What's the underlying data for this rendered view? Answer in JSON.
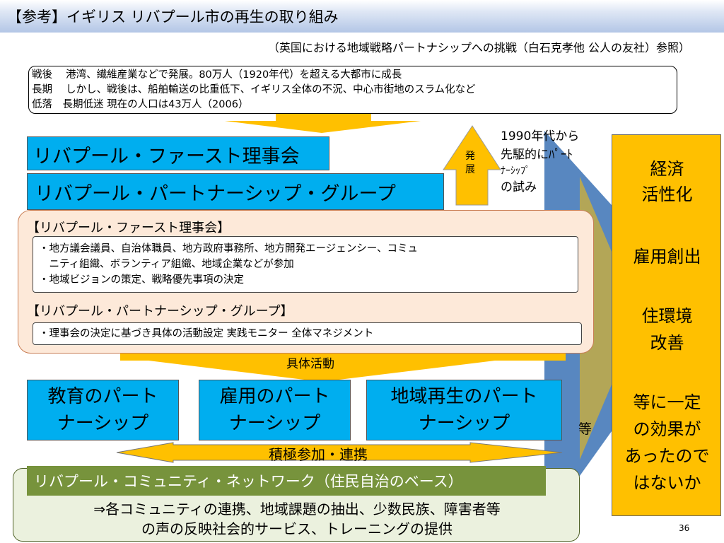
{
  "slide": {
    "title": "【参考】イギリス リバプール市の再生の取り組み",
    "source": "（英国における地域戦略パートナシップへの挑戦（白石克孝他 公人の友社）参照）",
    "page_number": "36"
  },
  "postwar": {
    "lines": [
      "戦後　 港湾、繊維産業などで発展。80万人（1920年代）を超える大都市に成長",
      "長期　 しかし、戦後は、船舶輸送の比重低下、イギリス全体の不況、中心市街地のスラム化など",
      "低落　長期低迷  現在の人口は43万人（2006）"
    ]
  },
  "organizations": {
    "first_council": "リバプール・ファースト理事会",
    "partnership_group": "リバプール・パートナーシップ・グループ"
  },
  "development": {
    "label_line1": "発",
    "label_line2": "展",
    "note_line1": "1990年代から",
    "note_line2": "先駆的にﾊﾟｰﾄ",
    "note_line3": "ﾅｰｼｯﾌﾟ",
    "note_line4": "の試み"
  },
  "details": {
    "council_heading": "【リバプール・ファースト理事会】",
    "council_line1": "・地方議会議員、自治体職員、地方政府事務所、地方開発エージェンシー、コミュ",
    "council_line2": "　ニティ組織、ボランティア組織、地域企業などが参加",
    "council_line3": "・地域ビジョンの策定、戦略優先事項の決定",
    "group_heading": "【リバプール・パートナーシップ・グループ】",
    "group_line1": "・理事会の決定に基づき具体の活動設定  実践モニター  全体マネジメント"
  },
  "flow": {
    "concrete_activity": "具体活動",
    "cooperation": "積極参加・連携",
    "etc": "等"
  },
  "partnerships": [
    {
      "line1": "教育のパート",
      "line2": "ナーシップ"
    },
    {
      "line1": "雇用のパート",
      "line2": "ナーシップ"
    },
    {
      "line1": "地域再生のパート",
      "line2": "ナーシップ"
    }
  ],
  "community": {
    "network": "リバプール・コミュニティ・ネットワーク（住民自治のベース）",
    "desc_line1": "⇒各コミュニティの連携、地域課題の抽出、少数民族、障害者等",
    "desc_line2": "の声の反映社会的サービス、トレーニングの提供"
  },
  "effects": {
    "lines": [
      "経済",
      "活性化",
      "雇用創出",
      "住環境",
      "改善",
      "等に一定",
      "の効果が",
      "あったので",
      "はないか"
    ]
  }
}
